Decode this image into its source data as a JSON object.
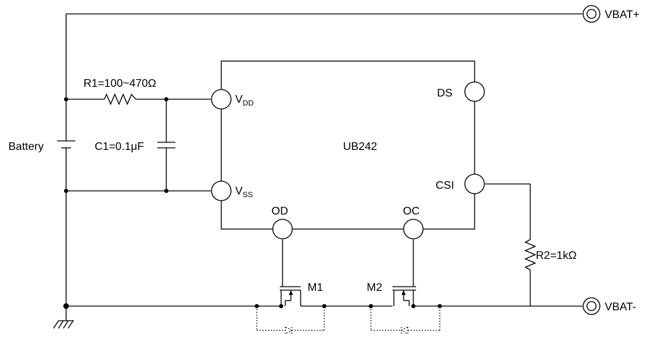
{
  "chip": {
    "name": "UB242"
  },
  "pins": {
    "vdd": {
      "main": "V",
      "sub": "DD"
    },
    "vss": {
      "main": "V",
      "sub": "SS"
    },
    "ds": "DS",
    "csi": "CSI",
    "od": "OD",
    "oc": "OC"
  },
  "components": {
    "r1": "R1=100~470Ω",
    "c1": "C1=0.1μF",
    "r2": "R2=1kΩ",
    "m1": "M1",
    "m2": "M2",
    "battery": "Battery"
  },
  "terminals": {
    "pos": "VBAT+",
    "neg": "VBAT-"
  }
}
